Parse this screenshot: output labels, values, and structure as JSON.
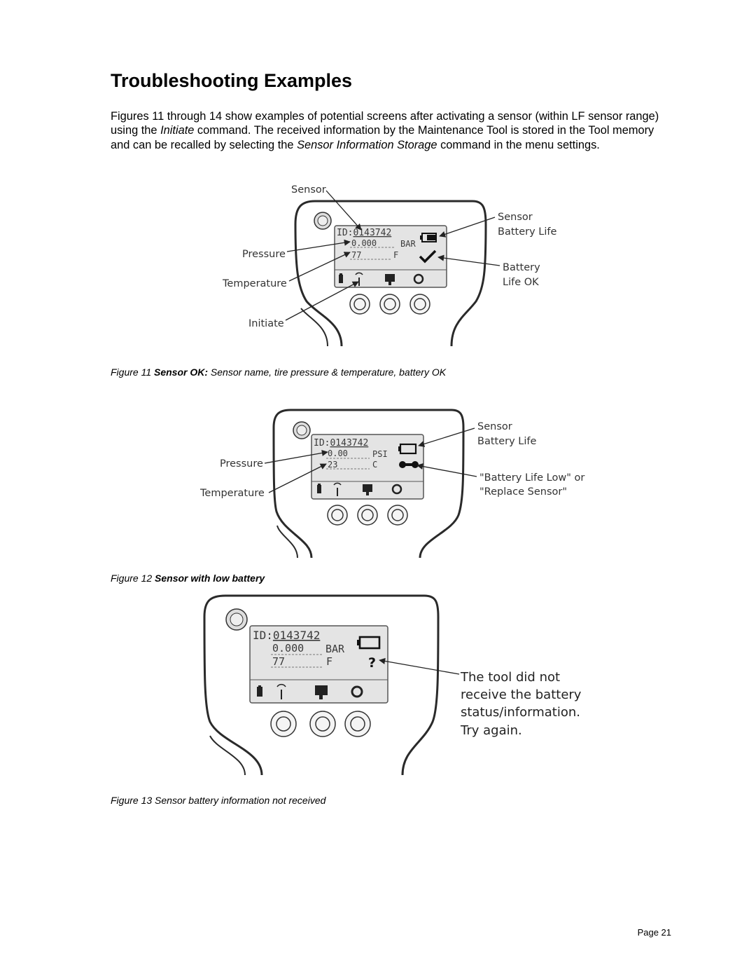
{
  "page": {
    "title": "Troubleshooting Examples",
    "intro": {
      "p1": "Figures 11 through 14 show examples of potential screens after activating a sensor (within LF sensor range) using the ",
      "p1_em": "Initiate",
      "p2": " command. The received information by the Maintenance Tool is stored in the Tool memory and can be recalled by selecting the ",
      "p2_em": "Sensor Information Storage",
      "p3": " command in the menu settings."
    },
    "page_number": "Page 21"
  },
  "figures": [
    {
      "caption_prefix": "Figure 11 ",
      "caption_bold": "Sensor OK:",
      "caption_rest": " Sensor name, tire pressure & temperature, battery OK",
      "screen": {
        "id_prefix": "ID:",
        "id": "0143742",
        "pressure": "0.000",
        "pressure_unit": "BAR",
        "temperature": "77",
        "temperature_unit": "F"
      },
      "labels": {
        "sensor": "Sensor",
        "pressure": "Pressure",
        "temperature": "Temperature",
        "initiate": "Initiate",
        "battery_life_1": "Sensor",
        "battery_life_2": "Battery Life",
        "battery_ok_1": "Battery",
        "battery_ok_2": "Life OK"
      },
      "icons": [
        "battery-full-icon",
        "checkmark-icon"
      ]
    },
    {
      "caption_prefix": "Figure 12  ",
      "caption_bold": "Sensor with low battery",
      "caption_rest": "",
      "screen": {
        "id_prefix": "ID:",
        "id": "0143742",
        "pressure": "0.00",
        "pressure_unit": "PSI",
        "temperature": "23",
        "temperature_unit": "C"
      },
      "labels": {
        "pressure": "Pressure",
        "temperature": "Temperature",
        "battery_life_1": "Sensor",
        "battery_life_2": "Battery Life",
        "low_1": "\"Battery Life Low\" or",
        "low_2": "\"Replace Sensor\""
      },
      "icons": [
        "battery-empty-icon",
        "wrench-icon"
      ]
    },
    {
      "caption_prefix": "Figure 13  ",
      "caption_bold": "",
      "caption_rest": "Sensor battery information not received",
      "screen": {
        "id_prefix": "ID:",
        "id": "0143742",
        "pressure": "0.000",
        "pressure_unit": "BAR",
        "temperature": "77",
        "temperature_unit": "F"
      },
      "labels": {
        "msg_1": "The tool did not",
        "msg_2": "receive the battery",
        "msg_3": "status/information.",
        "msg_4": "Try again."
      },
      "icons": [
        "battery-empty-icon",
        "question-mark-icon"
      ]
    }
  ]
}
